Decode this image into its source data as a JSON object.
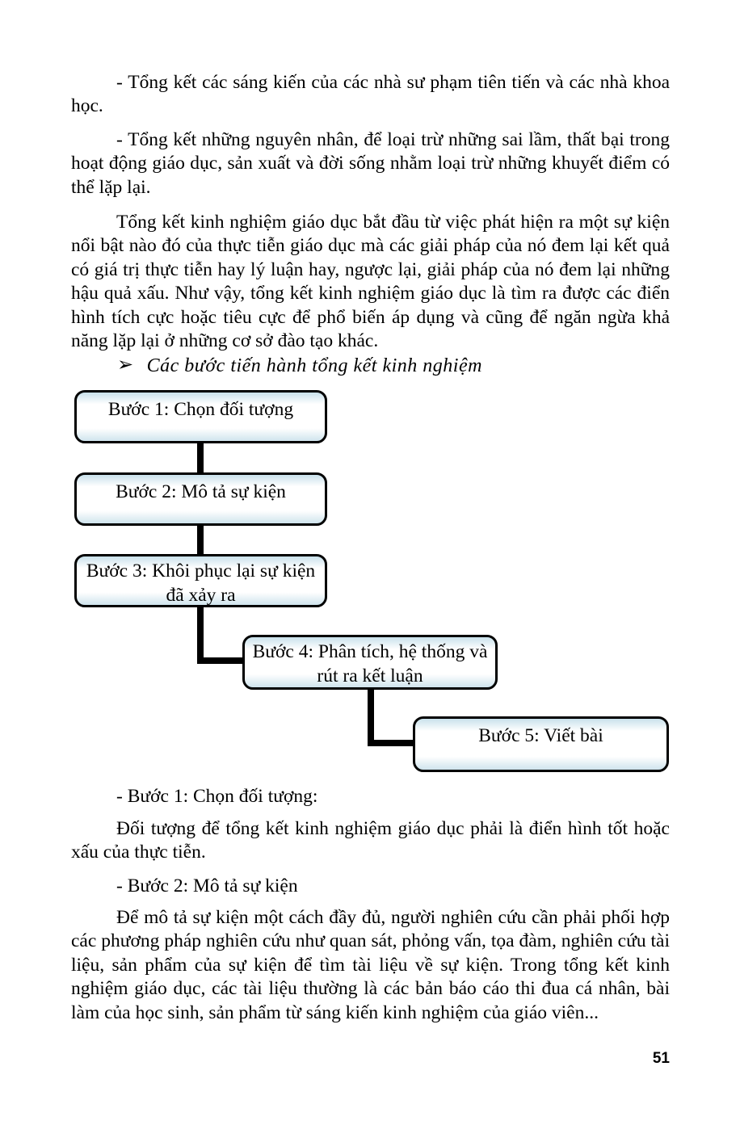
{
  "doc": {
    "paragraphs_top": [
      "- Tổng kết các sáng kiến của các nhà sư phạm tiên tiến và các nhà khoa học.",
      "- Tổng kết những nguyên nhân, để loại trừ những sai lầm, thất bại trong hoạt động giáo dục, sản xuất và đời sống nhằm loại trừ những khuyết điểm có thể lặp lại.",
      "Tổng kết kinh nghiệm giáo dục bắt đầu từ việc phát hiện ra một sự kiện nổi bật nào đó của thực tiễn giáo dục mà các giải pháp của nó đem lại kết quả có giá trị thực tiễn hay lý luận hay, ngược lại, giải pháp của nó đem lại những hậu quả xấu. Như vậy, tổng kết kinh nghiệm giáo dục là tìm ra được các điển hình tích cực hoặc tiêu cực để phổ biến áp dụng và cũng để ngăn ngừa khả năng lặp lại ở những cơ sở đào tạo khác."
    ],
    "heading": {
      "bullet": "➢",
      "text": "Các bước tiến hành tổng kết kinh nghiệm"
    },
    "flowchart": {
      "type": "step-diagram",
      "box_border_color": "#000000",
      "box_fill_edge_color": "#cde3ec",
      "box_fill_center_color": "#ffffff",
      "connector_color": "#000000",
      "steps": [
        {
          "label": "Bước 1: Chọn đối tượng"
        },
        {
          "label": "Bước 2: Mô tả sự kiện"
        },
        {
          "label": "Bước 3: Khôi phục lại sự kiện đã xảy ra"
        },
        {
          "label": "Bước 4: Phân tích, hệ thống và rút ra kết luận"
        },
        {
          "label": "Bước 5: Viết bài"
        }
      ]
    },
    "paragraphs_bottom": [
      "- Bước 1: Chọn đối tượng:",
      "Đối tượng để tổng kết kinh nghiệm giáo dục phải là điển hình tốt hoặc xấu của thực tiễn.",
      "- Bước 2: Mô tả sự kiện",
      "Để mô tả sự kiện một cách đầy đủ, người nghiên cứu cần phải phối hợp các phương pháp nghiên cứu như quan sát, phỏng vấn, tọa đàm, nghiên cứu tài liệu, sản phẩm của sự kiện để tìm tài liệu về sự kiện. Trong tổng kết kinh nghiệm giáo dục, các tài liệu thường là các bản báo cáo thi đua cá nhân, bài làm của học sinh, sản phẩm từ sáng kiến kinh nghiệm của giáo viên..."
    ],
    "page_number": "51"
  }
}
